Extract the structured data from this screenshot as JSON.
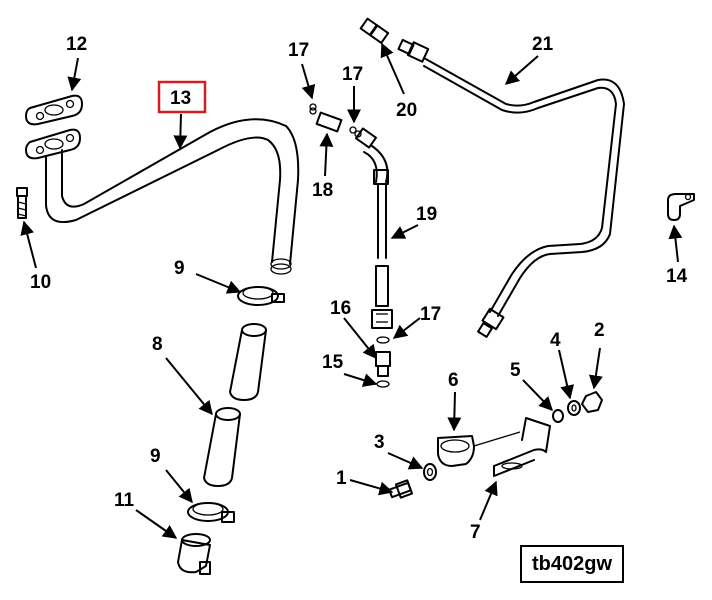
{
  "diagram": {
    "code": "tb402gw",
    "highlighted_callout": "13",
    "highlight_color": "#d21e1e",
    "callouts": [
      {
        "id": "c1",
        "label": "1"
      },
      {
        "id": "c2",
        "label": "2"
      },
      {
        "id": "c3",
        "label": "3"
      },
      {
        "id": "c4",
        "label": "4"
      },
      {
        "id": "c5",
        "label": "5"
      },
      {
        "id": "c6",
        "label": "6"
      },
      {
        "id": "c7",
        "label": "7"
      },
      {
        "id": "c8",
        "label": "8"
      },
      {
        "id": "c9a",
        "label": "9"
      },
      {
        "id": "c9b",
        "label": "9"
      },
      {
        "id": "c10",
        "label": "10"
      },
      {
        "id": "c11",
        "label": "11"
      },
      {
        "id": "c12",
        "label": "12"
      },
      {
        "id": "c13",
        "label": "13"
      },
      {
        "id": "c14",
        "label": "14"
      },
      {
        "id": "c15",
        "label": "15"
      },
      {
        "id": "c16",
        "label": "16"
      },
      {
        "id": "c17a",
        "label": "17"
      },
      {
        "id": "c17b",
        "label": "17"
      },
      {
        "id": "c17c",
        "label": "17"
      },
      {
        "id": "c18",
        "label": "18"
      },
      {
        "id": "c19",
        "label": "19"
      },
      {
        "id": "c20",
        "label": "20"
      },
      {
        "id": "c21",
        "label": "21"
      }
    ]
  }
}
